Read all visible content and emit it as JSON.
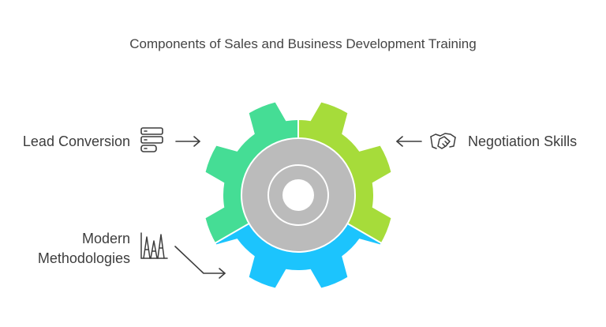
{
  "title": "Components of Sales and Business Development Training",
  "components": {
    "lead_conversion": {
      "label": "Lead Conversion",
      "icon": "server-stack-icon",
      "color": "#45dd95"
    },
    "negotiation_skills": {
      "label": "Negotiation Skills",
      "icon": "handshake-icon",
      "color": "#a6dc3a"
    },
    "modern_methodologies": {
      "label_line1": "Modern",
      "label_line2": "Methodologies",
      "icon": "bar-chart-icon",
      "color": "#1cc4fd"
    }
  },
  "center_color": "#bbbbbb"
}
